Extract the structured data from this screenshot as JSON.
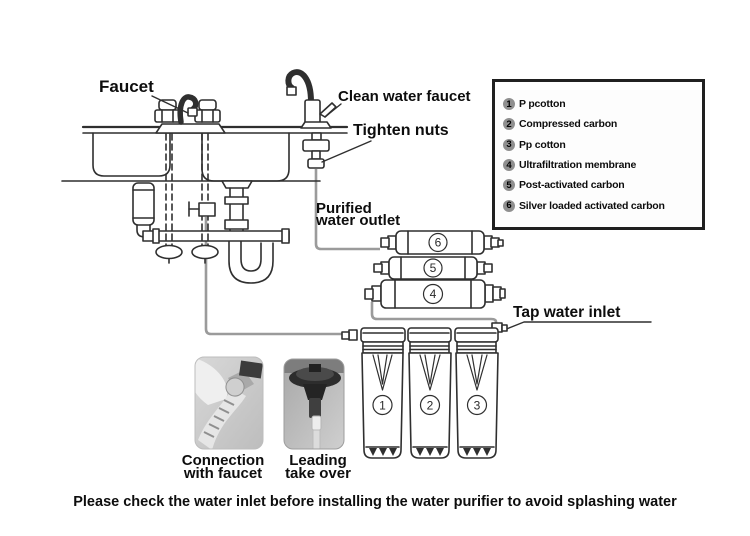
{
  "labels": {
    "faucet": "Faucet",
    "clean_water_faucet": "Clean water faucet",
    "tighten_nuts": "Tighten nuts",
    "purified_water_outlet_line1": "Purified",
    "purified_water_outlet_line2": "water outlet",
    "tap_water_inlet": "Tap water inlet"
  },
  "legend": {
    "items": [
      {
        "num": "1",
        "label": "P pcotton"
      },
      {
        "num": "2",
        "label": "Compressed carbon"
      },
      {
        "num": "3",
        "label": "Pp cotton"
      },
      {
        "num": "4",
        "label": "Ultrafiltration membrane"
      },
      {
        "num": "5",
        "label": "Post-activated carbon"
      },
      {
        "num": "6",
        "label": "Silver loaded activated carbon"
      }
    ]
  },
  "filter_stages": {
    "horizontal_top_to_bottom": [
      "6",
      "5",
      "4"
    ],
    "vertical_left_to_right": [
      "1",
      "2",
      "3"
    ]
  },
  "photo_captions": {
    "connection_line1": "Connection",
    "connection_line2": "with faucet",
    "leading_line1": "Leading",
    "leading_line2": "take over"
  },
  "footer": {
    "note": "Please check the water inlet before installing the water purifier to avoid splashing water"
  },
  "colors": {
    "line": "#2f2f2f",
    "tube": "#9b9b9b",
    "legend_badge": "#8f8f8f",
    "legend_border": "#1f1f1f"
  }
}
